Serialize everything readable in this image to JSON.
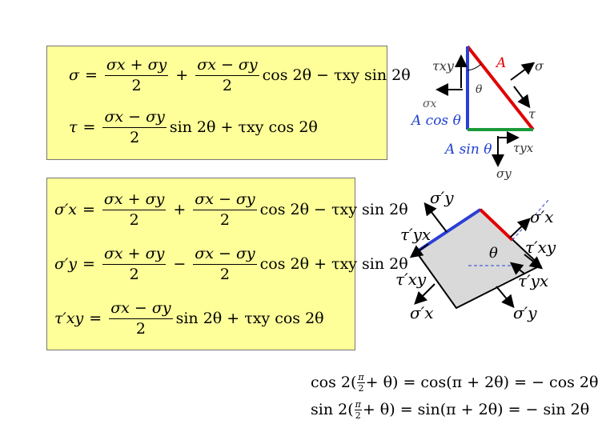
{
  "equations_top": {
    "sigma": {
      "lhs": "σ",
      "eq": "=",
      "f1_num": "σx + σy",
      "f1_den": "2",
      "plus": "+",
      "f2_num": "σx − σy",
      "f2_den": "2",
      "tail": "cos 2θ − τxy sin 2θ"
    },
    "tau": {
      "lhs": "τ",
      "eq": "=",
      "f1_num": "σx − σy",
      "f1_den": "2",
      "tail": "sin 2θ + τxy cos 2θ"
    }
  },
  "equations_mid": {
    "sx_prime": {
      "lhs": "σ′x",
      "eq": "=",
      "f1_num": "σx + σy",
      "f1_den": "2",
      "plus": "+",
      "f2_num": "σx − σy",
      "f2_den": "2",
      "tail": "cos 2θ − τxy sin 2θ"
    },
    "sy_prime": {
      "lhs": "σ′y",
      "eq": "=",
      "f1_num": "σx + σy",
      "f1_den": "2",
      "minus": "−",
      "f2_num": "σx − σy",
      "f2_den": "2",
      "tail": "cos 2θ + τxy sin 2θ"
    },
    "txy_prime": {
      "lhs": "τ′xy",
      "eq": "=",
      "f1_num": "σx − σy",
      "f1_den": "2",
      "tail": "sin 2θ + τxy cos 2θ"
    }
  },
  "triangle_diagram": {
    "labels": {
      "A": "A",
      "sigma": "σ",
      "tau": "τ",
      "tau_xy": "τxy",
      "theta": "θ",
      "sigma_x": "σx",
      "A_cos": "A cos θ",
      "A_sin": "A sin θ",
      "tau_yx": "τyx",
      "sigma_y": "σy"
    },
    "colors": {
      "hypotenuse": "#e00000",
      "vertical": "#2a3fd6",
      "horizontal": "#1a9a3a",
      "label_blue": "#1f3fd0",
      "label_red": "#e00000"
    }
  },
  "square_diagram": {
    "labels": {
      "sy_top": "σ′y",
      "sx_right": "σ′x",
      "tyx_left": "τ′yx",
      "txy_right": "τ′xy",
      "theta": "θ",
      "txy_left": "τ′xy",
      "tyx_right": "τ′yx",
      "sx_bottom": "σ′x",
      "sy_bottom": "σ′y"
    },
    "colors": {
      "fill": "#d9d9d9",
      "red_edge": "#e00000",
      "blue_edge": "#2a3fd6",
      "dashed": "#2a3fd6"
    }
  },
  "identities": {
    "line1": {
      "lhs_fn": "cos 2(",
      "frac_num": "π",
      "frac_den": "2",
      "rest": "+ θ) = cos(π + 2θ) = − cos 2θ"
    },
    "line2": {
      "lhs_fn": "sin 2(",
      "frac_num": "π",
      "frac_den": "2",
      "rest": "+ θ) = sin(π + 2θ) = − sin 2θ"
    }
  }
}
